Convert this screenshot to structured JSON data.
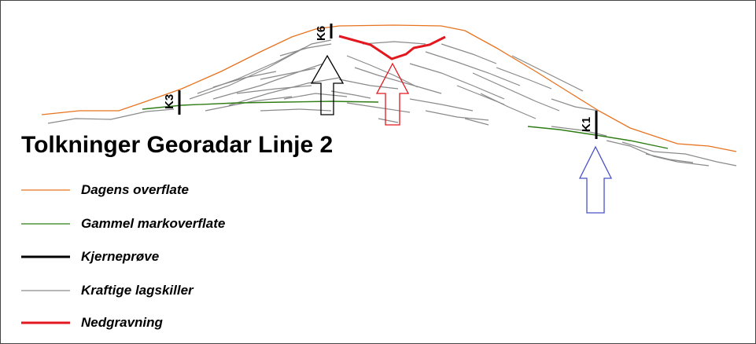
{
  "title": "Tolkninger Georadar Linje 2",
  "colors": {
    "surface": "#e8731f",
    "old_surface": "#2e7d14",
    "core": "#000000",
    "layers": "#8a8a8a",
    "excavation": "#e3171f",
    "arrow_black": "#000000",
    "arrow_red": "#e3171f",
    "arrow_blue": "#4a52c8"
  },
  "legend": [
    {
      "label": "Dagens overflate",
      "color": "#e8731f",
      "weight": 1.3
    },
    {
      "label": "Gammel markoverflate",
      "color": "#2e7d14",
      "weight": 1.3
    },
    {
      "label": "Kjerneprøve",
      "color": "#000000",
      "weight": 3
    },
    {
      "label": "Kraftige lagskiller",
      "color": "#8a8a8a",
      "weight": 1.3
    },
    {
      "label": "Nedgravning",
      "color": "#e3171f",
      "weight": 3
    }
  ],
  "core_samples": [
    {
      "label": "K3"
    },
    {
      "label": "K6"
    },
    {
      "label": "K1"
    }
  ]
}
